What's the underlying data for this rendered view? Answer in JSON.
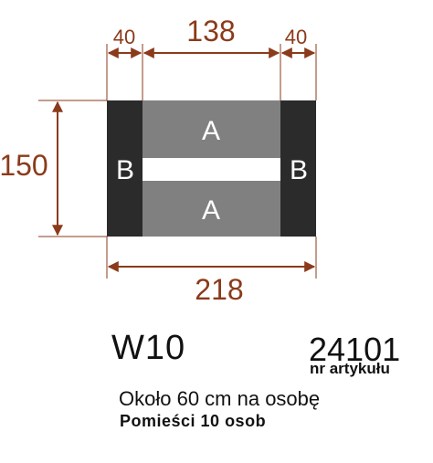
{
  "dimensions": {
    "left_width": "40",
    "center_width": "138",
    "right_width": "40",
    "height": "150",
    "total_width": "218"
  },
  "blocks": {
    "top_center": "A",
    "bottom_center": "A",
    "left_end": "B",
    "right_end": "B"
  },
  "colors": {
    "dimension": "#8b3a1a",
    "block_a": "#808080",
    "block_b": "#2b2b2b"
  },
  "info": {
    "model": "W10",
    "article_number": "24101",
    "article_label": "nr artykułu",
    "spacing_note": "Około 60 cm na osobę",
    "capacity_note": "Pomieści 10 osob"
  }
}
